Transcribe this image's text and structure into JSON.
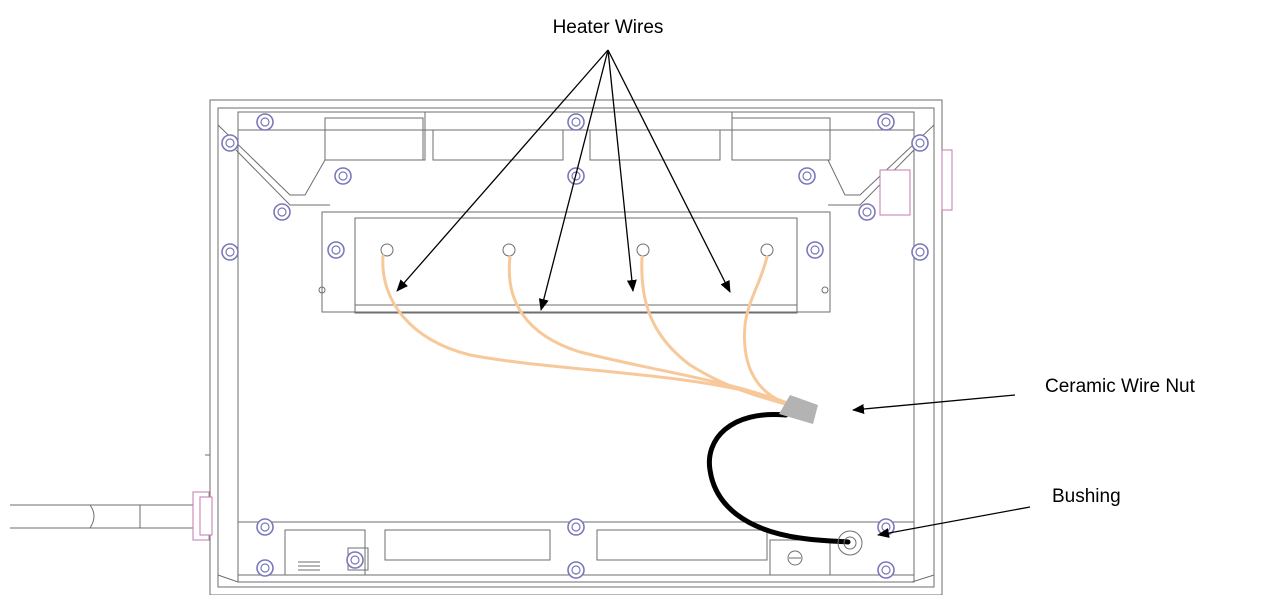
{
  "labels": {
    "heater_wires": "Heater Wires",
    "ceramic_wire_nut": "Ceramic Wire Nut",
    "bushing": "Bushing"
  },
  "colors": {
    "heater_wire": "#f7c99a",
    "power_wire": "#000000",
    "wire_nut": "#b3b3b3",
    "screw": "#7a78b8",
    "outline": "#6e6e6e",
    "arrow": "#000000"
  },
  "components": {
    "heater_terminal_count": 4,
    "heater_wire_count": 4
  }
}
